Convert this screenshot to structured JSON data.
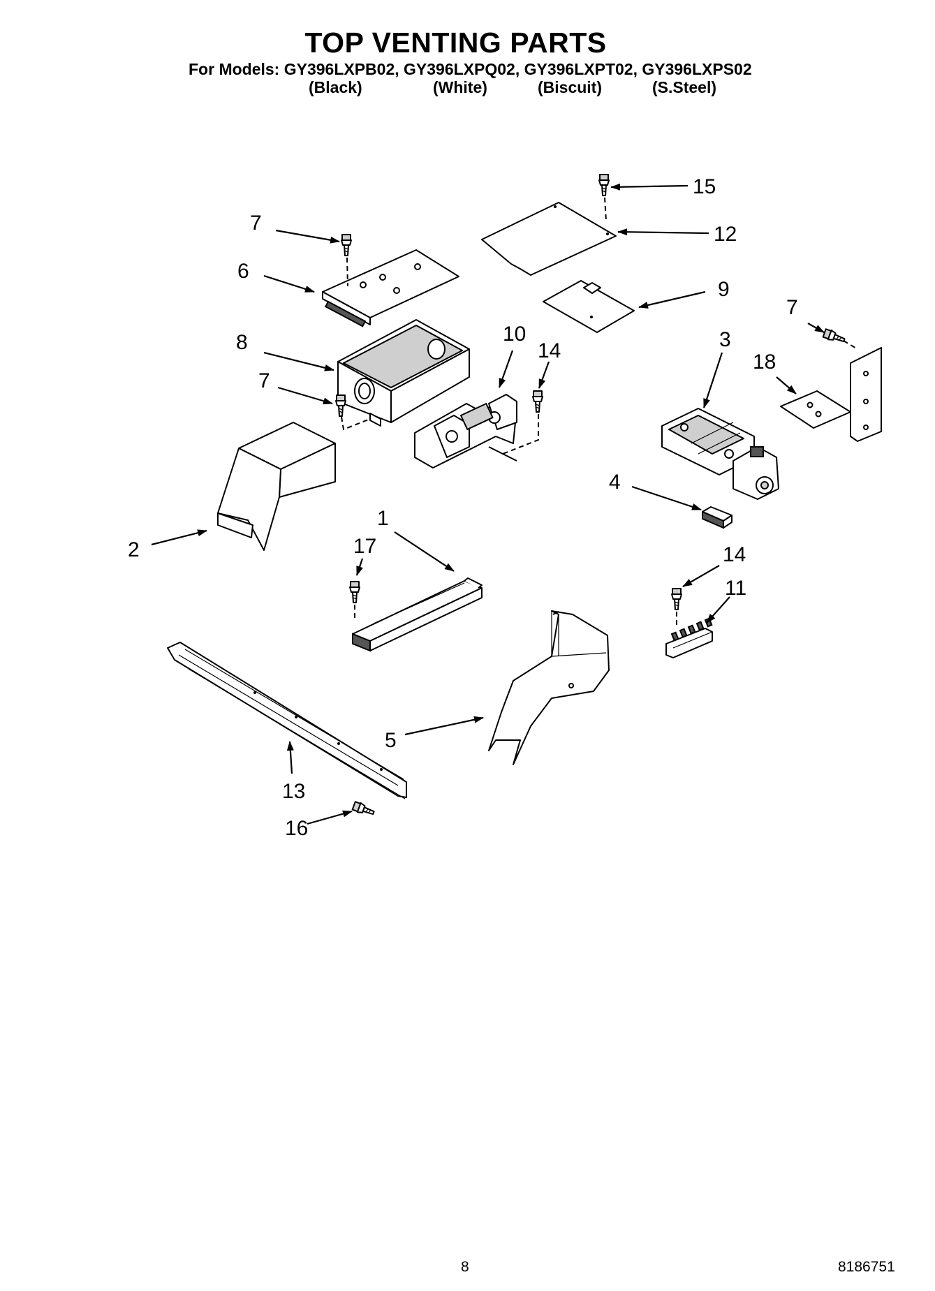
{
  "header": {
    "title": "TOP VENTING PARTS",
    "models_line": "For Models: GY396LXPB02, GY396LXPQ02, GY396LXPT02, GY396LXPS02",
    "finishes": [
      "(Black)",
      "(White)",
      "(Biscuit)",
      "(S.Steel)"
    ]
  },
  "callouts": {
    "c15": "15",
    "c12": "12",
    "c7a": "7",
    "c6": "6",
    "c9": "9",
    "c7b": "7",
    "c8": "8",
    "c10": "10",
    "c14a": "14",
    "c3": "3",
    "c18": "18",
    "c7c": "7",
    "c4": "4",
    "c2": "2",
    "c1": "1",
    "c17": "17",
    "c14b": "14",
    "c11": "11",
    "c5": "5",
    "c13": "13",
    "c16": "16"
  },
  "footer": {
    "page_number": "8",
    "document_number": "8186751"
  }
}
